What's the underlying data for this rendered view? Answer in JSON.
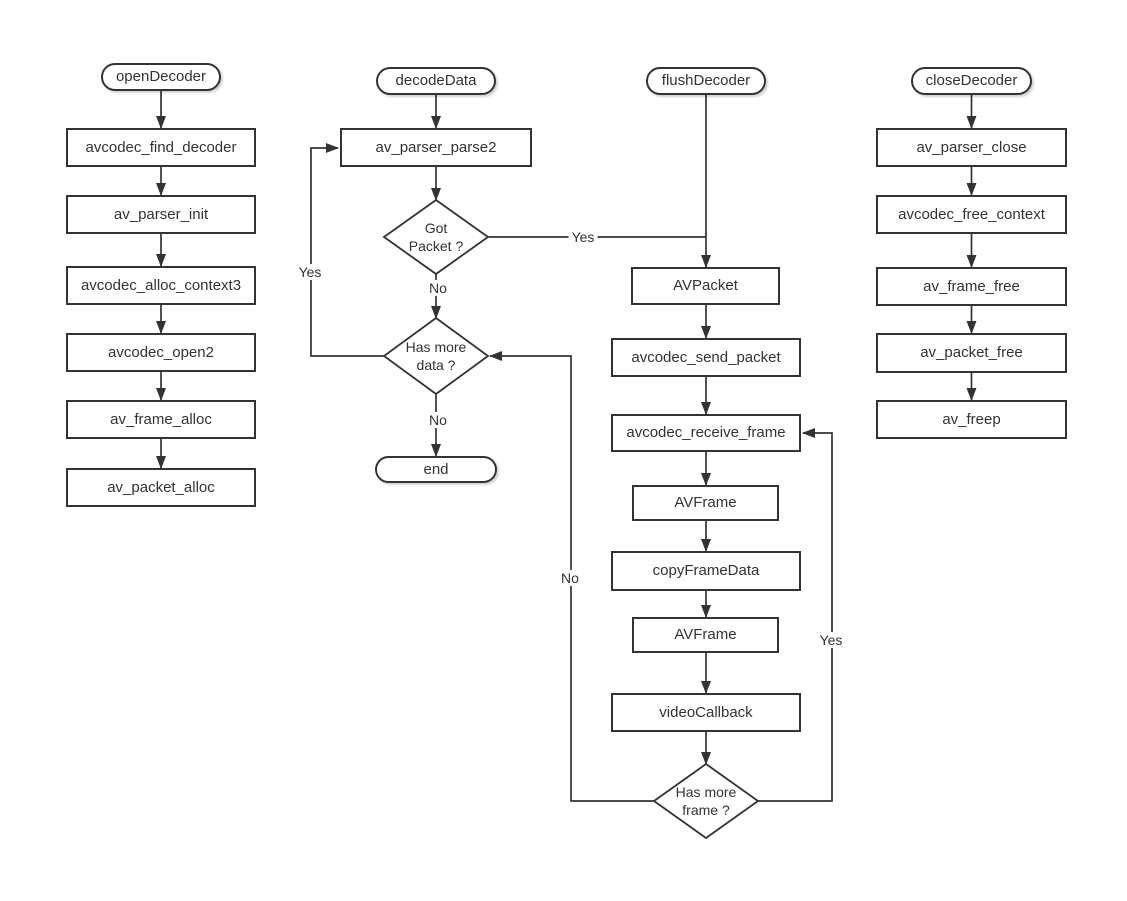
{
  "colors": {
    "line": "#333333",
    "text": "#333333",
    "node_fill": "#ffffff",
    "background": "#ffffff"
  },
  "nodes": {
    "open_decoder": {
      "label": "openDecoder"
    },
    "find_decoder": {
      "label": "avcodec_find_decoder"
    },
    "parser_init": {
      "label": "av_parser_init"
    },
    "alloc_context": {
      "label": "avcodec_alloc_context3"
    },
    "open2": {
      "label": "avcodec_open2"
    },
    "frame_alloc": {
      "label": "av_frame_alloc"
    },
    "packet_alloc": {
      "label": "av_packet_alloc"
    },
    "decode_data": {
      "label": "decodeData"
    },
    "parser_parse2": {
      "label": "av_parser_parse2"
    },
    "got_packet": {
      "lines": [
        "Got",
        "Packet ?"
      ]
    },
    "has_more_data": {
      "lines": [
        "Has more",
        "data ?"
      ]
    },
    "end": {
      "label": "end"
    },
    "flush_decoder": {
      "label": "flushDecoder"
    },
    "avpacket": {
      "label": "AVPacket"
    },
    "send_packet": {
      "label": "avcodec_send_packet"
    },
    "receive_frame": {
      "label": "avcodec_receive_frame"
    },
    "avframe_1": {
      "label": "AVFrame"
    },
    "copy_frame_data": {
      "label": "copyFrameData"
    },
    "avframe_2": {
      "label": "AVFrame"
    },
    "video_callback": {
      "label": "videoCallback"
    },
    "has_more_frame": {
      "lines": [
        "Has more",
        "frame ?"
      ]
    },
    "close_decoder": {
      "label": "closeDecoder"
    },
    "parser_close": {
      "label": "av_parser_close"
    },
    "free_context": {
      "label": "avcodec_free_context"
    },
    "frame_free": {
      "label": "av_frame_free"
    },
    "packet_free": {
      "label": "av_packet_free"
    },
    "freep": {
      "label": "av_freep"
    }
  },
  "edge_labels": {
    "parse_loop_yes": "Yes",
    "got_packet_yes": "Yes",
    "got_packet_no": "No",
    "has_more_data_no": "No",
    "has_more_frame_no": "No",
    "has_more_frame_yes": "Yes"
  }
}
